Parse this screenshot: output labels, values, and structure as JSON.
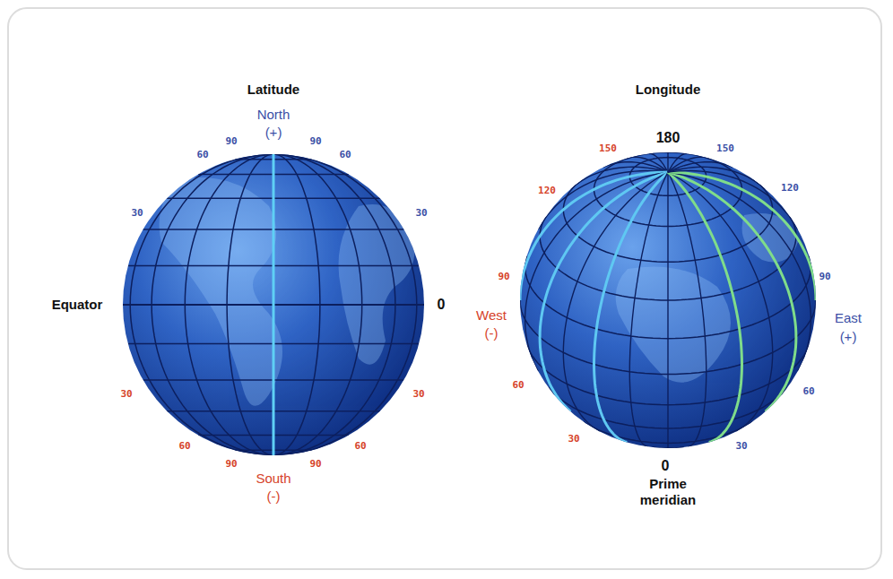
{
  "diagram": {
    "labels": [
      "Latitude",
      "North",
      "(+)",
      "90",
      "90",
      "60",
      "60",
      "30",
      "30",
      "Equator",
      "0",
      "30",
      "30",
      "60",
      "60",
      "90",
      "90",
      "South",
      "(-)",
      "Longitude",
      "180",
      "150",
      "150",
      "120",
      "120",
      "90",
      "90",
      "West",
      "(-)",
      "East",
      "(+)",
      "60",
      "60",
      "30",
      "30",
      "0",
      "Prime",
      "meridian"
    ]
  }
}
